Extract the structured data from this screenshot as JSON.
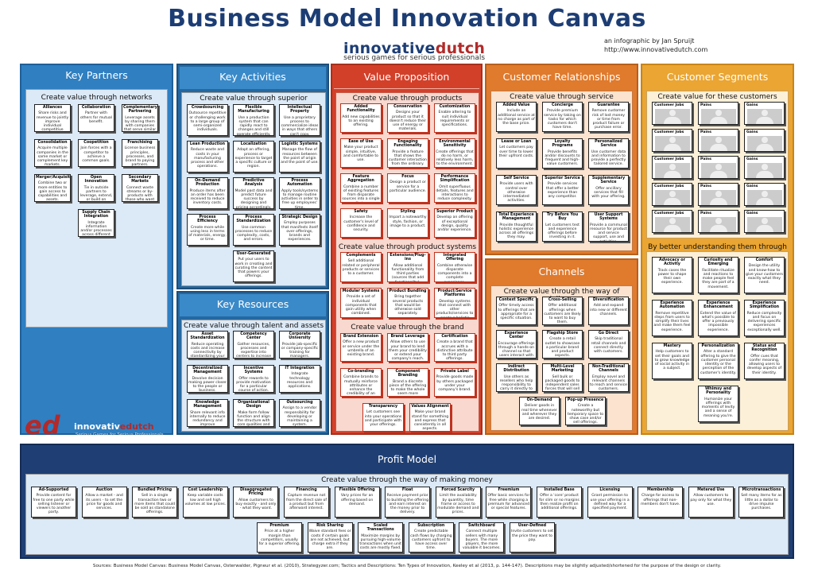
{
  "header": {
    "title": "Business Model Innovation Canvas",
    "logo_main_a": "innovative",
    "logo_main_b": "dutch",
    "logo_tag": "serious games for serious professionals",
    "byline_1": "an infographic by Jan Spruijt",
    "byline_2": "http://www.innovativedutch.com"
  },
  "colors": {
    "partners": "#2f7fc1",
    "activities": "#2568a0",
    "value": "#d3402a",
    "relations": "#e07a2c",
    "segments": "#eaa532",
    "profit": "#1f3f74",
    "channels": "#e07a2c"
  },
  "key_partners": {
    "title": "Key Partners",
    "subtitle": "Create value through networks",
    "cards": [
      {
        "t": "Alliances",
        "d": "Share risks and revenue to jointly improve individual competitive advantage."
      },
      {
        "t": "Collaboration",
        "d": "Partner with others for mutual benefit."
      },
      {
        "t": "Complementary Partnering",
        "d": "Leverage assets by sharing them with companies that serve similar markets."
      },
      {
        "t": "Consolidation",
        "d": "Acquire multiple companies in the same market or complement key markets."
      },
      {
        "t": "Coopetition",
        "d": "Join forces with a competitor to achieve a common goals."
      },
      {
        "t": "Franchising",
        "d": "License business principles, processes, and brand to paying partners."
      },
      {
        "t": "Merger/Acquisition",
        "d": "Combine two or more entities to gain access to capabilities and assets."
      },
      {
        "t": "Open Innovation",
        "d": "Tie in outside partners to leverage, extend, or build on expertise."
      },
      {
        "t": "Secondary Markets",
        "d": "Connect waste streams or by-products with those who want them."
      },
      {
        "t": "Supply Chain Integration",
        "d": "Integrate information and/or processes across different parts of the value chain."
      }
    ]
  },
  "key_activities": {
    "title": "Key Activities",
    "subtitle": "Create value through superior processes",
    "cards": [
      {
        "t": "Crowdsourcing",
        "d": "Outsource repetitive or challenging work to a large group of semi-organized individuals."
      },
      {
        "t": "Flexible Manufacturing",
        "d": "Use a production system that can rapidly react to changes and still operate efficiently."
      },
      {
        "t": "Intellectual Property",
        "d": "Use a proprietary process to commercialize ideas in ways that others can't copy."
      },
      {
        "t": "Lean Production",
        "d": "Reduce waste and costs in your manufacturing process and other operations."
      },
      {
        "t": "Localization",
        "d": "Adapt an offering, process or experience to target a specific culture or region."
      },
      {
        "t": "Logistic Systems",
        "d": "Manage the flow of resources between the point of origin and the point of use."
      },
      {
        "t": "On-Demand Production",
        "d": "Produce items after an order has been received to reduce inventory costs."
      },
      {
        "t": "Predictive Analysis",
        "d": "Model past data and predict future success by designing and pricing accordingly."
      },
      {
        "t": "Process Automation",
        "d": "Apply tools/systems to manage routine activities in order to free up employees' time."
      },
      {
        "t": "Process Efficiency",
        "d": "Create more while using less in terms of materials, energy, or time."
      },
      {
        "t": "Process Standardization",
        "d": "Use common processes to reduce complexity, costs, and errors."
      },
      {
        "t": "Strategic Design",
        "d": "Employ purposes that manifests itself over offerings, brands and experiences."
      },
      {
        "t": "User-Generated",
        "d": "Put your users to work in creating and curating the content that powers your offerings."
      }
    ]
  },
  "key_resources": {
    "title": "Key Resources",
    "subtitle": "Create value through talent and assets",
    "cards": [
      {
        "t": "Asset Standardization",
        "d": "Reduce operating costs and increase connectivity by standardizing your assets."
      },
      {
        "t": "Competency Center",
        "d": "Gather resources, processes and expertise into centers to increase efficiency and effectiveness."
      },
      {
        "t": "Corporate University",
        "d": "Provide job-specific or company-specific training for managers."
      },
      {
        "t": "Decentralized Management",
        "d": "Devolve decision making power closer to the people or business."
      },
      {
        "t": "Incentive Systems",
        "d": "Offer rewards to provide motivation for a particular course of action."
      },
      {
        "t": "IT Integration",
        "d": "Integrate technology resources and applications."
      },
      {
        "t": "Knowledge Management",
        "d": "Share relevant info internally to reduce redundancy and improve performance."
      },
      {
        "t": "Organizational Design",
        "d": "Make form follow function and align the structure with core qualities and processes."
      },
      {
        "t": "Outsourcing",
        "d": "Assign to a vendor responsibility for developing or maintaining a system."
      }
    ]
  },
  "value_proposition": {
    "title": "Value Proposition",
    "sub1": "Create value through products",
    "sub2": "Create value through product systems",
    "sub3": "Create value through the brand",
    "products": [
      {
        "t": "Added Functionality",
        "d": "Add new capabilities to an existing offering."
      },
      {
        "t": "Conservation",
        "d": "Designs your product so that it doesn't reduce their use of energy or materials."
      },
      {
        "t": "Customization",
        "d": "Enable altering to suit individual requirements or specifications."
      },
      {
        "t": "Ease of Use",
        "d": "Make your product simple, intuitive, and comfortable to use."
      },
      {
        "t": "Engaging Functionality",
        "d": "Provide a feature that shows the customer interaction from the ordinary."
      },
      {
        "t": "Environmental Sensitivity",
        "d": "Create offerings that do no harm, or relatively less harm, to the environment."
      },
      {
        "t": "Feature Aggregation",
        "d": "Combine a number of existing features from disparate sources into a single offering."
      },
      {
        "t": "Focus",
        "d": "Design a product or service for a particular audience."
      },
      {
        "t": "Performance Simplification",
        "d": "Omit superfluous details, features and interactions to reduce complexity."
      },
      {
        "t": "Safety",
        "d": "Increase the customer's level of confidence and security."
      },
      {
        "t": "Styling",
        "d": "Impart a noteworthy style, fashion, or image to a product."
      },
      {
        "t": "Superior Product",
        "d": "Develop an offering of exceptional design, quality and/or experience."
      }
    ],
    "systems": [
      {
        "t": "Complements",
        "d": "Sell additional related or peripheral products or services to a customer."
      },
      {
        "t": "Extensions/Plug-ins",
        "d": "Allow additional functionality from third parties (sources that add functionality)."
      },
      {
        "t": "Integrated Offering",
        "d": "Combine otherwise disparate components into a complete experience."
      },
      {
        "t": "Modular Systems",
        "d": "Provide a set of individual components that gain utility when combined."
      },
      {
        "t": "Product Bundling",
        "d": "Bring together several products that would be otherwise sold separately."
      },
      {
        "t": "Product/Service Platforms",
        "d": "Develop systems that connect with other products/services to create a holistic offering."
      }
    ],
    "brand": [
      {
        "t": "Brand Extension",
        "d": "Offer a new product or service under the umbrella of an existing brand."
      },
      {
        "t": "Brand Leverage",
        "d": "Allow others to use your brand to lend them your credibility or extend your company's reach."
      },
      {
        "t": "Certification",
        "d": "Create a brand that accrues with a distinctive attribute to third party offerings."
      },
      {
        "t": "Co-branding",
        "d": "Combine brands to mutually reinforce attributes or enhance the credibility of an offering."
      },
      {
        "t": "Component Branding",
        "d": "Brand a discrete piece of the offering to make the whole seem more valuable."
      },
      {
        "t": "Private Label",
        "d": "Provide goods made by others packaged under your company's brand."
      },
      {
        "t": "Transparency",
        "d": "Let customers see into your operations and participate with your offerings."
      },
      {
        "t": "Values Alignment",
        "d": "Make your brand stand for something and express that consistently in all aspects."
      }
    ]
  },
  "customer_relationships": {
    "title": "Customer Relationships",
    "subtitle": "Create value through service",
    "cards": [
      {
        "t": "Added Value",
        "d": "Include an additional service at no charge as part of the base price."
      },
      {
        "t": "Concierge",
        "d": "Provide premium service by taking on tasks for which customers don't have time."
      },
      {
        "t": "Guarantee",
        "d": "Remove customer risk of lost money or time from product failure or purchase error."
      },
      {
        "t": "Lease or Loan",
        "d": "Let customers pay over time to lower their upfront costs."
      },
      {
        "t": "Loyalty Programs",
        "d": "Provide benefits and/or discounts to frequent and high-value customers."
      },
      {
        "t": "Personalized Service",
        "d": "Use customer data and information to provide a perfectly tailored service."
      },
      {
        "t": "Self Service",
        "d": "Provide users with control over otherwise intermediated activities."
      },
      {
        "t": "Superior Service",
        "d": "Provide services that offer a better experience than any competitor."
      },
      {
        "t": "Supplementary Service",
        "d": "Offer ancillary services that fill with your offering."
      },
      {
        "t": "Total Experience Management",
        "d": "Provide thoughtful holistic experience across all offerings they may."
      },
      {
        "t": "Try Before You Buy",
        "d": "Let customers test and experience offerings before investing in it."
      },
      {
        "t": "User Support Systems",
        "d": "Provide a communal resource for product and service support, use and activities."
      }
    ]
  },
  "customer_segments": {
    "title": "Customer Segments",
    "subtitle": "Create value for these customers",
    "subtitle2": "By better understanding them through",
    "segs": [
      "Customer Jobs",
      "Pains",
      "Gains",
      "Customer Jobs",
      "Pains",
      "Gains",
      "Customer Jobs",
      "Pains",
      "Gains",
      "Customer Jobs",
      "Pains",
      "Gains",
      "Customer Jobs",
      "Pains",
      "Gains"
    ],
    "cards": [
      {
        "t": "Advocacy or Activity",
        "d": "Track cases the power to shape their own experience."
      },
      {
        "t": "Curiosity and Emerging",
        "d": "Facilitate ritualize and reactions to make people feel they are part of a movement."
      },
      {
        "t": "Comfort",
        "d": "Design the utility and know-how to give your customers exactly what they need."
      },
      {
        "t": "Experience Automation",
        "d": "Remove repetitive steps from users to simplify their lives and make them feel experience."
      },
      {
        "t": "Experience Enhancement",
        "d": "Extend the value of what's possible to offer a previously impossible experience."
      },
      {
        "t": "Experience Simplification",
        "d": "Reduce complexity and focus on delivering specific experiences exceptionally well."
      },
      {
        "t": "Mastery",
        "d": "Help customers to set their goals and to grow knowledge of social activity in a subject."
      },
      {
        "t": "Personalization",
        "d": "Alter a standard offering to give the customer personal identity or the perception of the customer's identity."
      },
      {
        "t": "Status and Recognition",
        "d": "Offer cues that confer meaning, allowing users to develop aspects of their identity."
      },
      {
        "t": "Whimsy and Personality",
        "d": "Humanize your offerings with moments of levity and a sense of meaning you're."
      }
    ]
  },
  "channels": {
    "title": "Channels",
    "subtitle": "Create value through the way of delivery",
    "cards": [
      {
        "t": "Context Specific",
        "d": "Offer timely access to offerings that are appropriate for a specific situation."
      },
      {
        "t": "Cross-Selling",
        "d": "Offer additional offerings when customers are likely to want to buy them."
      },
      {
        "t": "Diversification",
        "d": "Add and expand into new or different channels."
      },
      {
        "t": "Experience Center",
        "d": "Encourage offerings through a hands-on channel so that users interact with representatives."
      },
      {
        "t": "Flagship Store",
        "d": "Create a retail outlet to showcase a particular brand and product aspects."
      },
      {
        "t": "Go Direct",
        "d": "Skip traditional retail channels and connect directly with customers."
      },
      {
        "t": "Indirect Distribution",
        "d": "Use others as resellers who help responsibility to carry it directly to the end users."
      },
      {
        "t": "Multi-Level Marketing",
        "d": "Sell bulk or packaged goods to independent sales forces that will sell it for you."
      },
      {
        "t": "Non-Traditional Channels",
        "d": "Employ novel and relevant channels to reach and service customers."
      },
      {
        "t": "On-Demand",
        "d": "Deliver goods in real time whenever and wherever they are desired."
      },
      {
        "t": "Pop-up Presence",
        "d": "Create a noteworthy but temporary space to show case and/or sell offerings."
      }
    ]
  },
  "profit": {
    "title": "Profit Model",
    "subtitle": "Create value through the way of making money",
    "row1": [
      {
        "t": "Ad-Supported",
        "d": "Provide content for free to one party while selling listener or viewers to another party."
      },
      {
        "t": "Auction",
        "d": "Allow a market - and its users - to set the price for goods and services."
      },
      {
        "t": "Bundled Pricing",
        "d": "Sell in a single transaction two or more items that could be sold as standalone offerings."
      },
      {
        "t": "Cost Leadership",
        "d": "Keep variable costs low and sell high volumes at low prices."
      },
      {
        "t": "Disaggregated Pricing",
        "d": "Allow customers to buy exactly - and only - what they want."
      },
      {
        "t": "Financing",
        "d": "Capture revenue not from the direct sale of a product but from afterward interest."
      },
      {
        "t": "Flexible Offering",
        "d": "Vary prices for an offering based on demand."
      },
      {
        "t": "Float",
        "d": "Receive payment prior to building the offering and earn interest on the money prior to delivery."
      },
      {
        "t": "Forced Scarcity",
        "d": "Limit the availability by quantity, time frame or access to modulate demand and prices."
      },
      {
        "t": "Freemium",
        "d": "Offer basic services for free while charging a premium for advanced or special features."
      },
      {
        "t": "Installed Base",
        "d": "Offer a 'core' product for slim or no margins then realize profit on additional offerings."
      },
      {
        "t": "Licensing",
        "d": "Grant permission to use your offering in a defined way for a specified payment."
      },
      {
        "t": "Membership",
        "d": "Charge for access to offerings that non-members don't have."
      },
      {
        "t": "Metered Use",
        "d": "Allow customers to pay only for what they use."
      },
      {
        "t": "Microtransactions",
        "d": "Sell many items for as little as a dollar to drive impulse purchases."
      }
    ],
    "row2": [
      {
        "t": "Premium",
        "d": "Price at a higher margin than competitors, usually for a superior offering."
      },
      {
        "t": "Risk Sharing",
        "d": "Waive standard fees or costs if certain goals are not achieved, but charge extra if they are."
      },
      {
        "t": "Scaled Transactions",
        "d": "Maximize margins by pursuing high-volume transactions when unit costs are mostly fixed."
      },
      {
        "t": "Subscription",
        "d": "Create predictable cash flows by charging customers upfront to have access over time."
      },
      {
        "t": "Switchboard",
        "d": "Connect multiple sellers with many buyers. The more players, the more valuable it becomes."
      },
      {
        "t": "User-Defined",
        "d": "Invite customers to set the price they want to pay."
      }
    ]
  },
  "ed_logo": {
    "mark": "ed",
    "name_a": "innovativ",
    "name_b": "edutch",
    "tag": "Serious Games for Serious Professionals"
  },
  "sources": "Sources: Business Model Canvas: Business Model Canvas, Osterwalder, Pigneur et al. (2010), Strategyzer.com; Tactics and Descriptions: Ten Types of Innovation, Keeley et al (2013, p. 144-147). Descriptions may be slightly adjusted/shortened for the purpose of the design or clarity."
}
